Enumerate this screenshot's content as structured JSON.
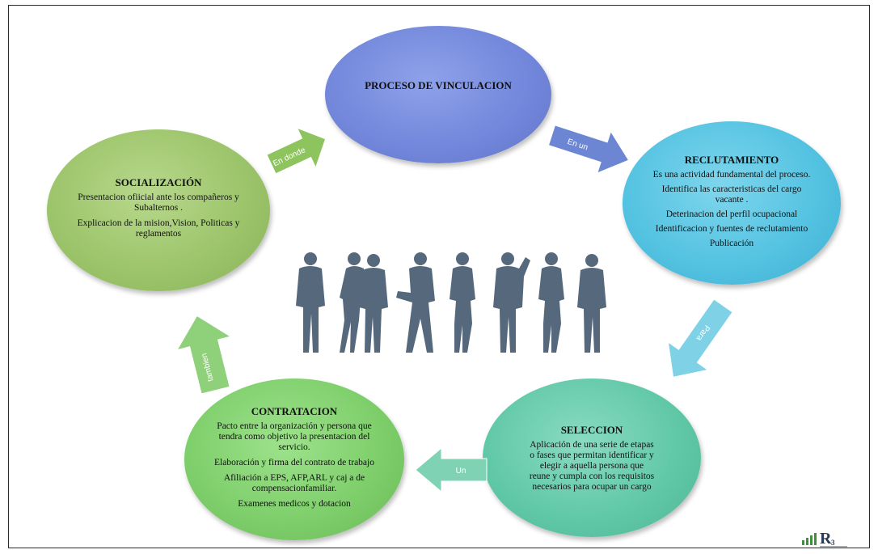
{
  "diagram": {
    "center": {
      "title": "PROCESO DE VINCULACION"
    },
    "reclutamiento": {
      "title": "RECLUTAMIENTO",
      "lines": [
        "Es una actividad fundamental del proceso.",
        "Identifica las caracteristicas  del cargo vacante .",
        "Deterinacion del perfil ocupacional",
        "Identificacion y fuentes de reclutamiento",
        "Publicación"
      ]
    },
    "seleccion": {
      "title": "SELECCION",
      "lines": [
        "Aplicación de una serie de etapas",
        "o fases que  permitan identificar y",
        "elegir a aquella persona  que",
        "reune y cumpla  con los requisitos",
        "necesarios para ocupar un cargo"
      ]
    },
    "contratacion": {
      "title": "CONTRATACION",
      "lines": [
        "Pacto entre la organización y persona que tendra como objetivo la presentacion del servicio.",
        "Elaboración y firma del contrato de trabajo",
        "Afiliación  a EPS, AFP,ARL y caj a de compensacionfamiliar.",
        "Examenes medicos y dotacion"
      ]
    },
    "socializacion": {
      "title": "SOCIALIZACIÓN",
      "lines": [
        "Presentacion ofiicial ante los compañeros y Subalternos .",
        "Explicacion de la mision,Vision, Politicas y reglamentos"
      ]
    },
    "connectors": {
      "en_un": "En un",
      "para": "Para",
      "un": "Un",
      "tambien": "tambien",
      "en_donde": "En donde"
    }
  },
  "colors": {
    "proceso": "#7488dc",
    "reclutamiento": "#55c3e2",
    "seleccion": "#62c9a8",
    "contratacion": "#7fcf6c",
    "socializacion": "#9dc56c",
    "people": "#5a6b7e"
  },
  "icons": [
    "people-silhouettes-image",
    "r3-logo"
  ]
}
